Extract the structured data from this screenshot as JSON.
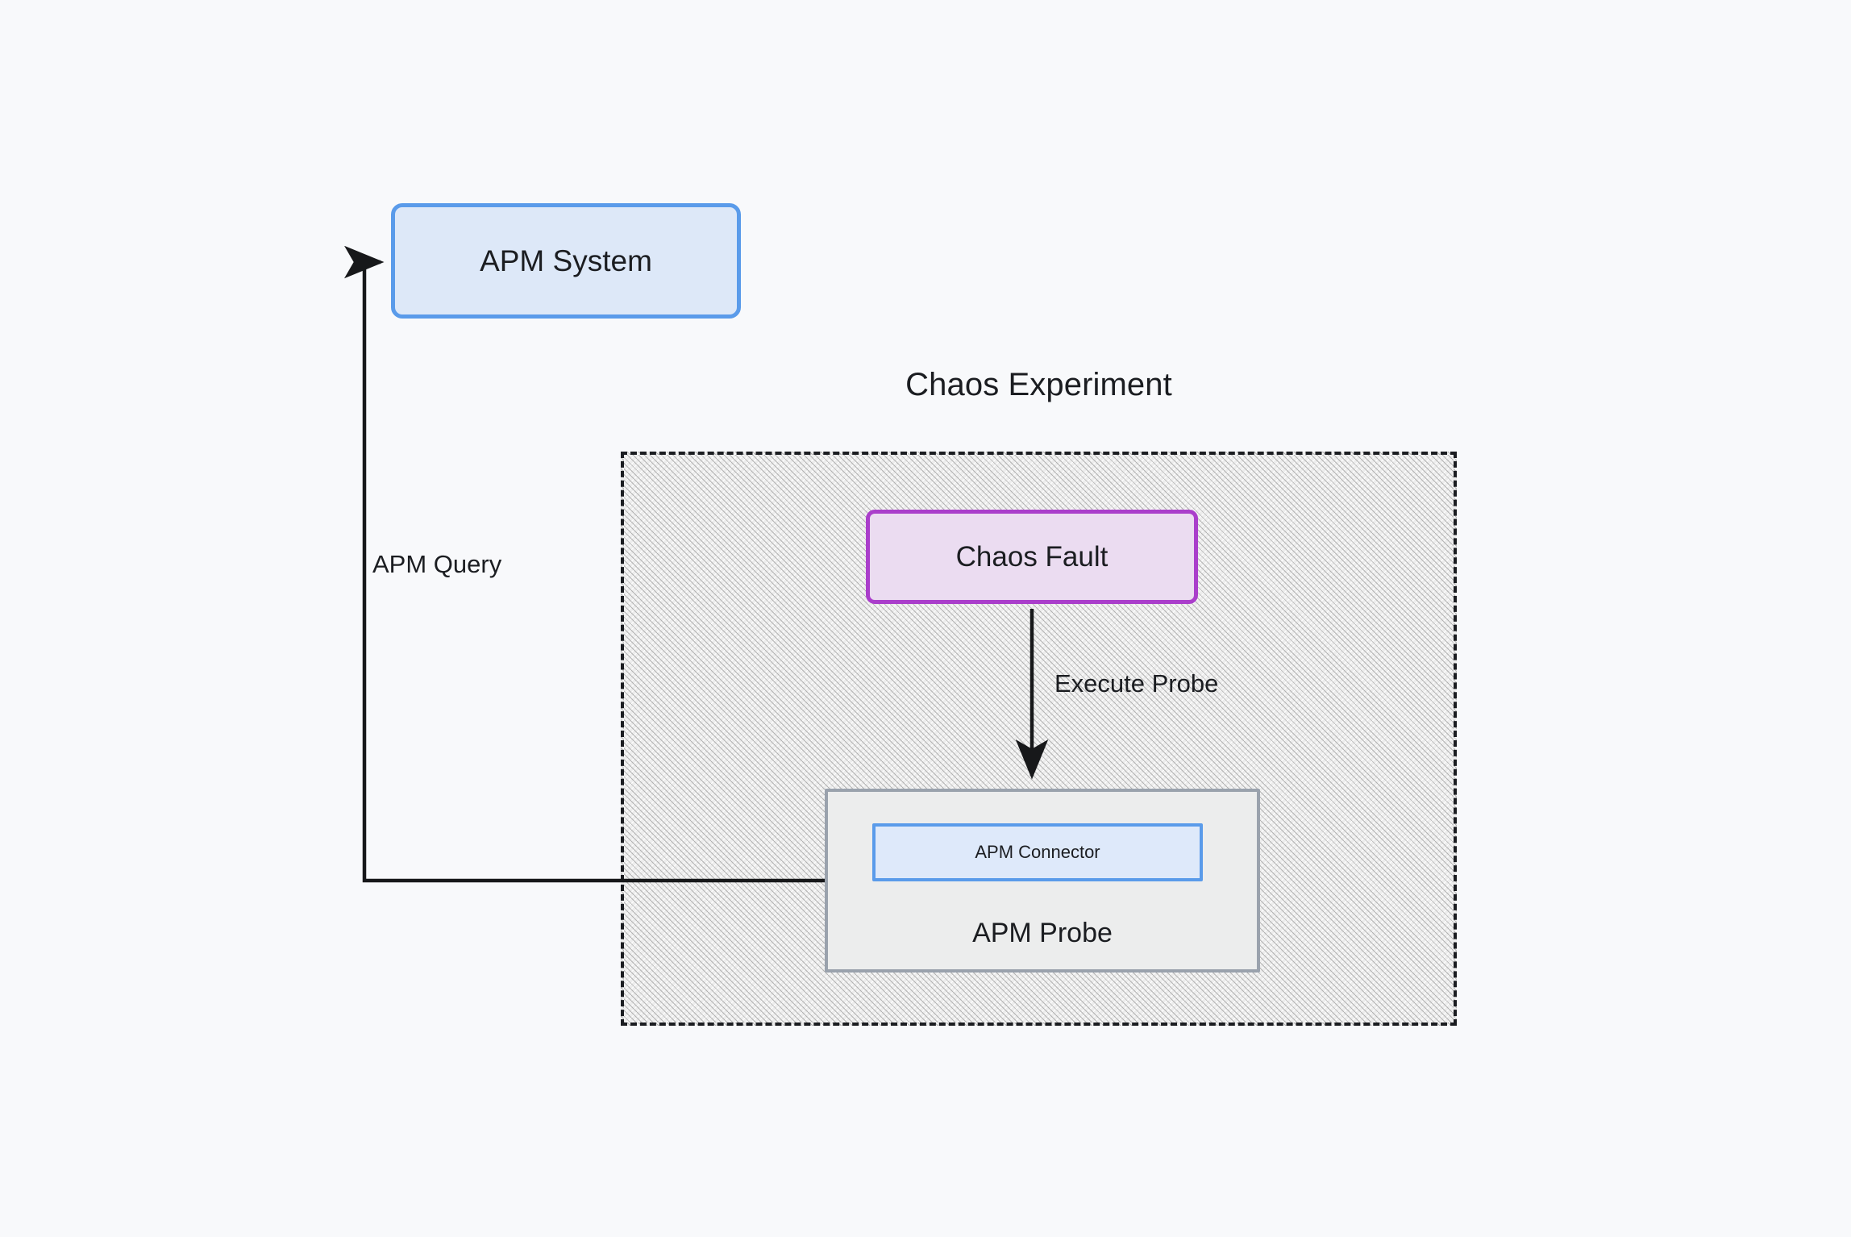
{
  "diagram": {
    "title": "Chaos Experiment",
    "background_color": "#f8f9fb",
    "nodes": {
      "apm_system": {
        "label": "APM System",
        "fill": "#dde8f8",
        "stroke": "#5a9bea"
      },
      "chaos_fault": {
        "label": "Chaos Fault",
        "fill": "#ebdcf1",
        "stroke": "#aa3ecb"
      },
      "apm_probe": {
        "label": "APM Probe",
        "fill": "#eceded",
        "stroke": "#9aa2ad"
      },
      "apm_connector": {
        "label": "APM Connector",
        "fill": "#dee9fa",
        "stroke": "#5a9bea"
      },
      "experiment_container": {
        "label": "Chaos Experiment",
        "fill": "#ededed",
        "stroke": "#1b1d21",
        "border_style": "dashed"
      }
    },
    "edges": [
      {
        "id": "execute-probe",
        "label": "Execute Probe",
        "from": "chaos_fault",
        "to": "apm_probe",
        "arrow": "end"
      },
      {
        "id": "apm-query",
        "label": "APM Query",
        "from": "apm_connector",
        "to": "apm_system",
        "arrow": "end"
      }
    ]
  }
}
